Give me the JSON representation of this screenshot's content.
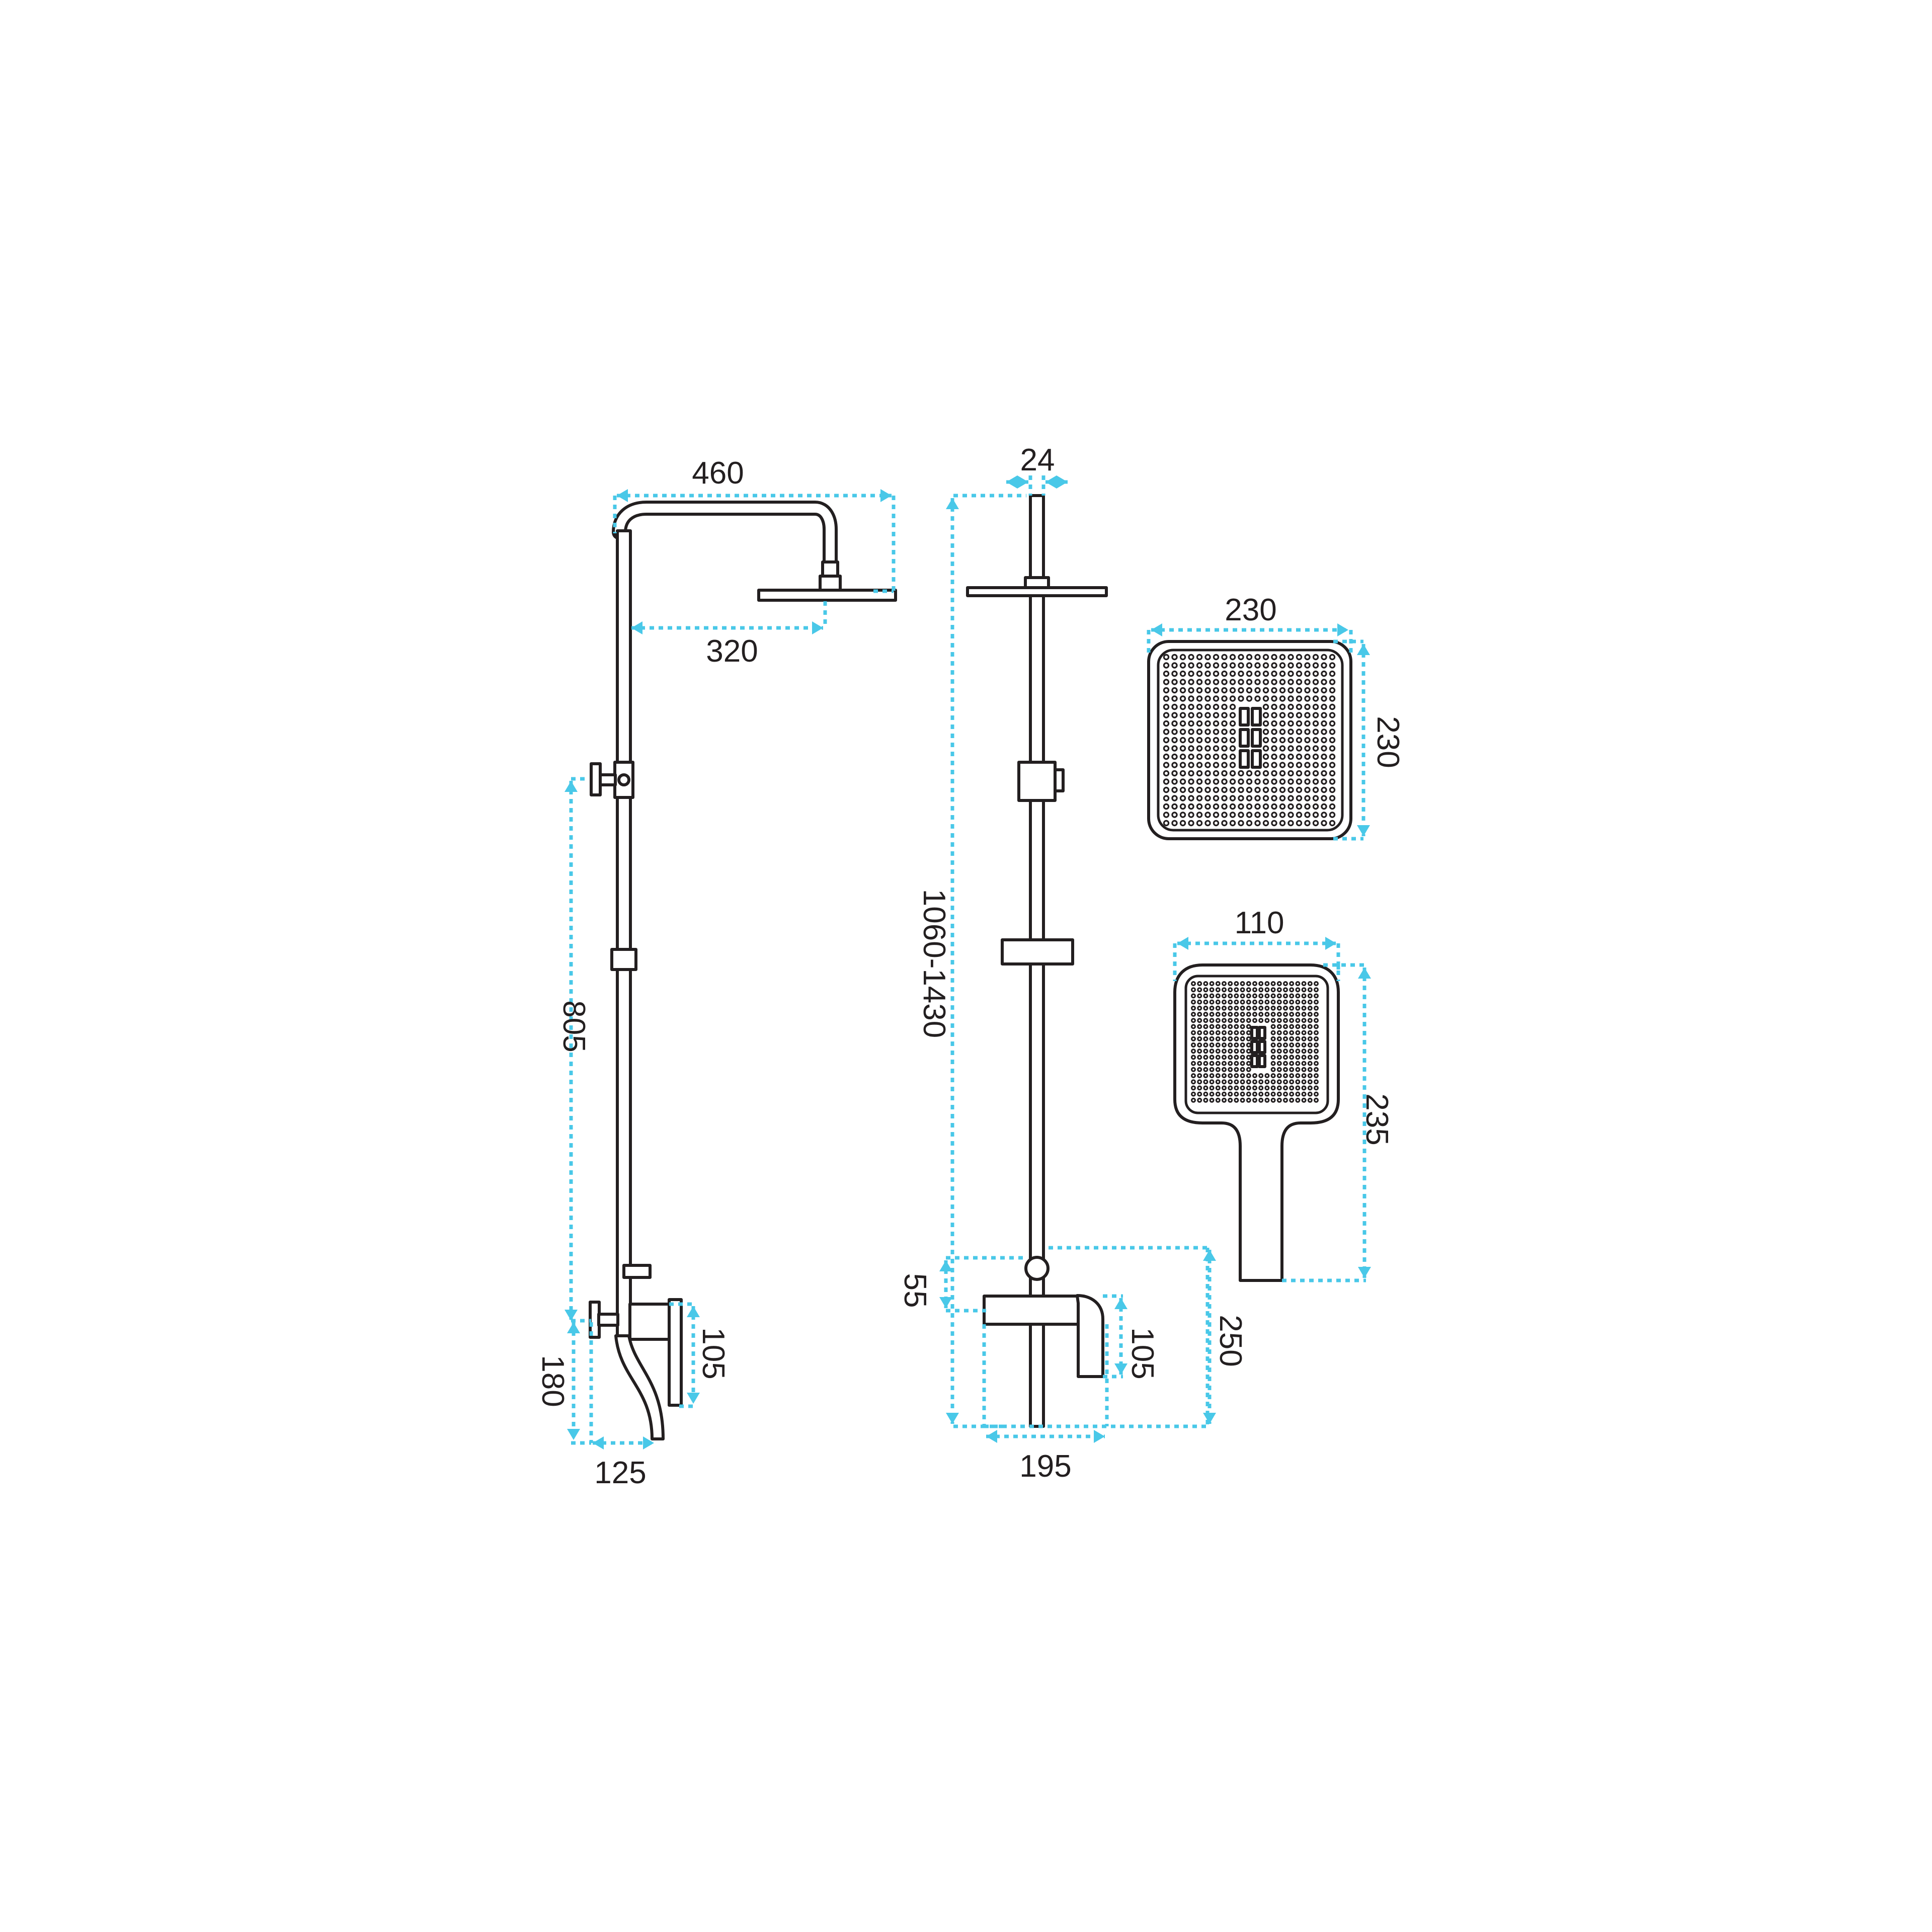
{
  "colors": {
    "dimension": "#49c8e8",
    "outline": "#231f20",
    "background": "#ffffff"
  },
  "dimensions": {
    "side_arm_length": "460",
    "side_arm_reach": "320",
    "side_diverter_height": "805",
    "side_spout_height": "180",
    "side_spout_projection": "125",
    "side_mixer_height": "105",
    "front_rail_diameter": "24",
    "front_rail_height": "1060-1430",
    "front_valve_offset": "55",
    "front_mixer_height": "105",
    "front_mixer_width": "195",
    "front_mixer_depth": "250",
    "head_width": "230",
    "head_height": "230",
    "hand_width": "110",
    "hand_length": "235"
  },
  "icons": {
    "rain_head": "square-shower-head-icon",
    "hand_shower": "hand-shower-icon"
  }
}
